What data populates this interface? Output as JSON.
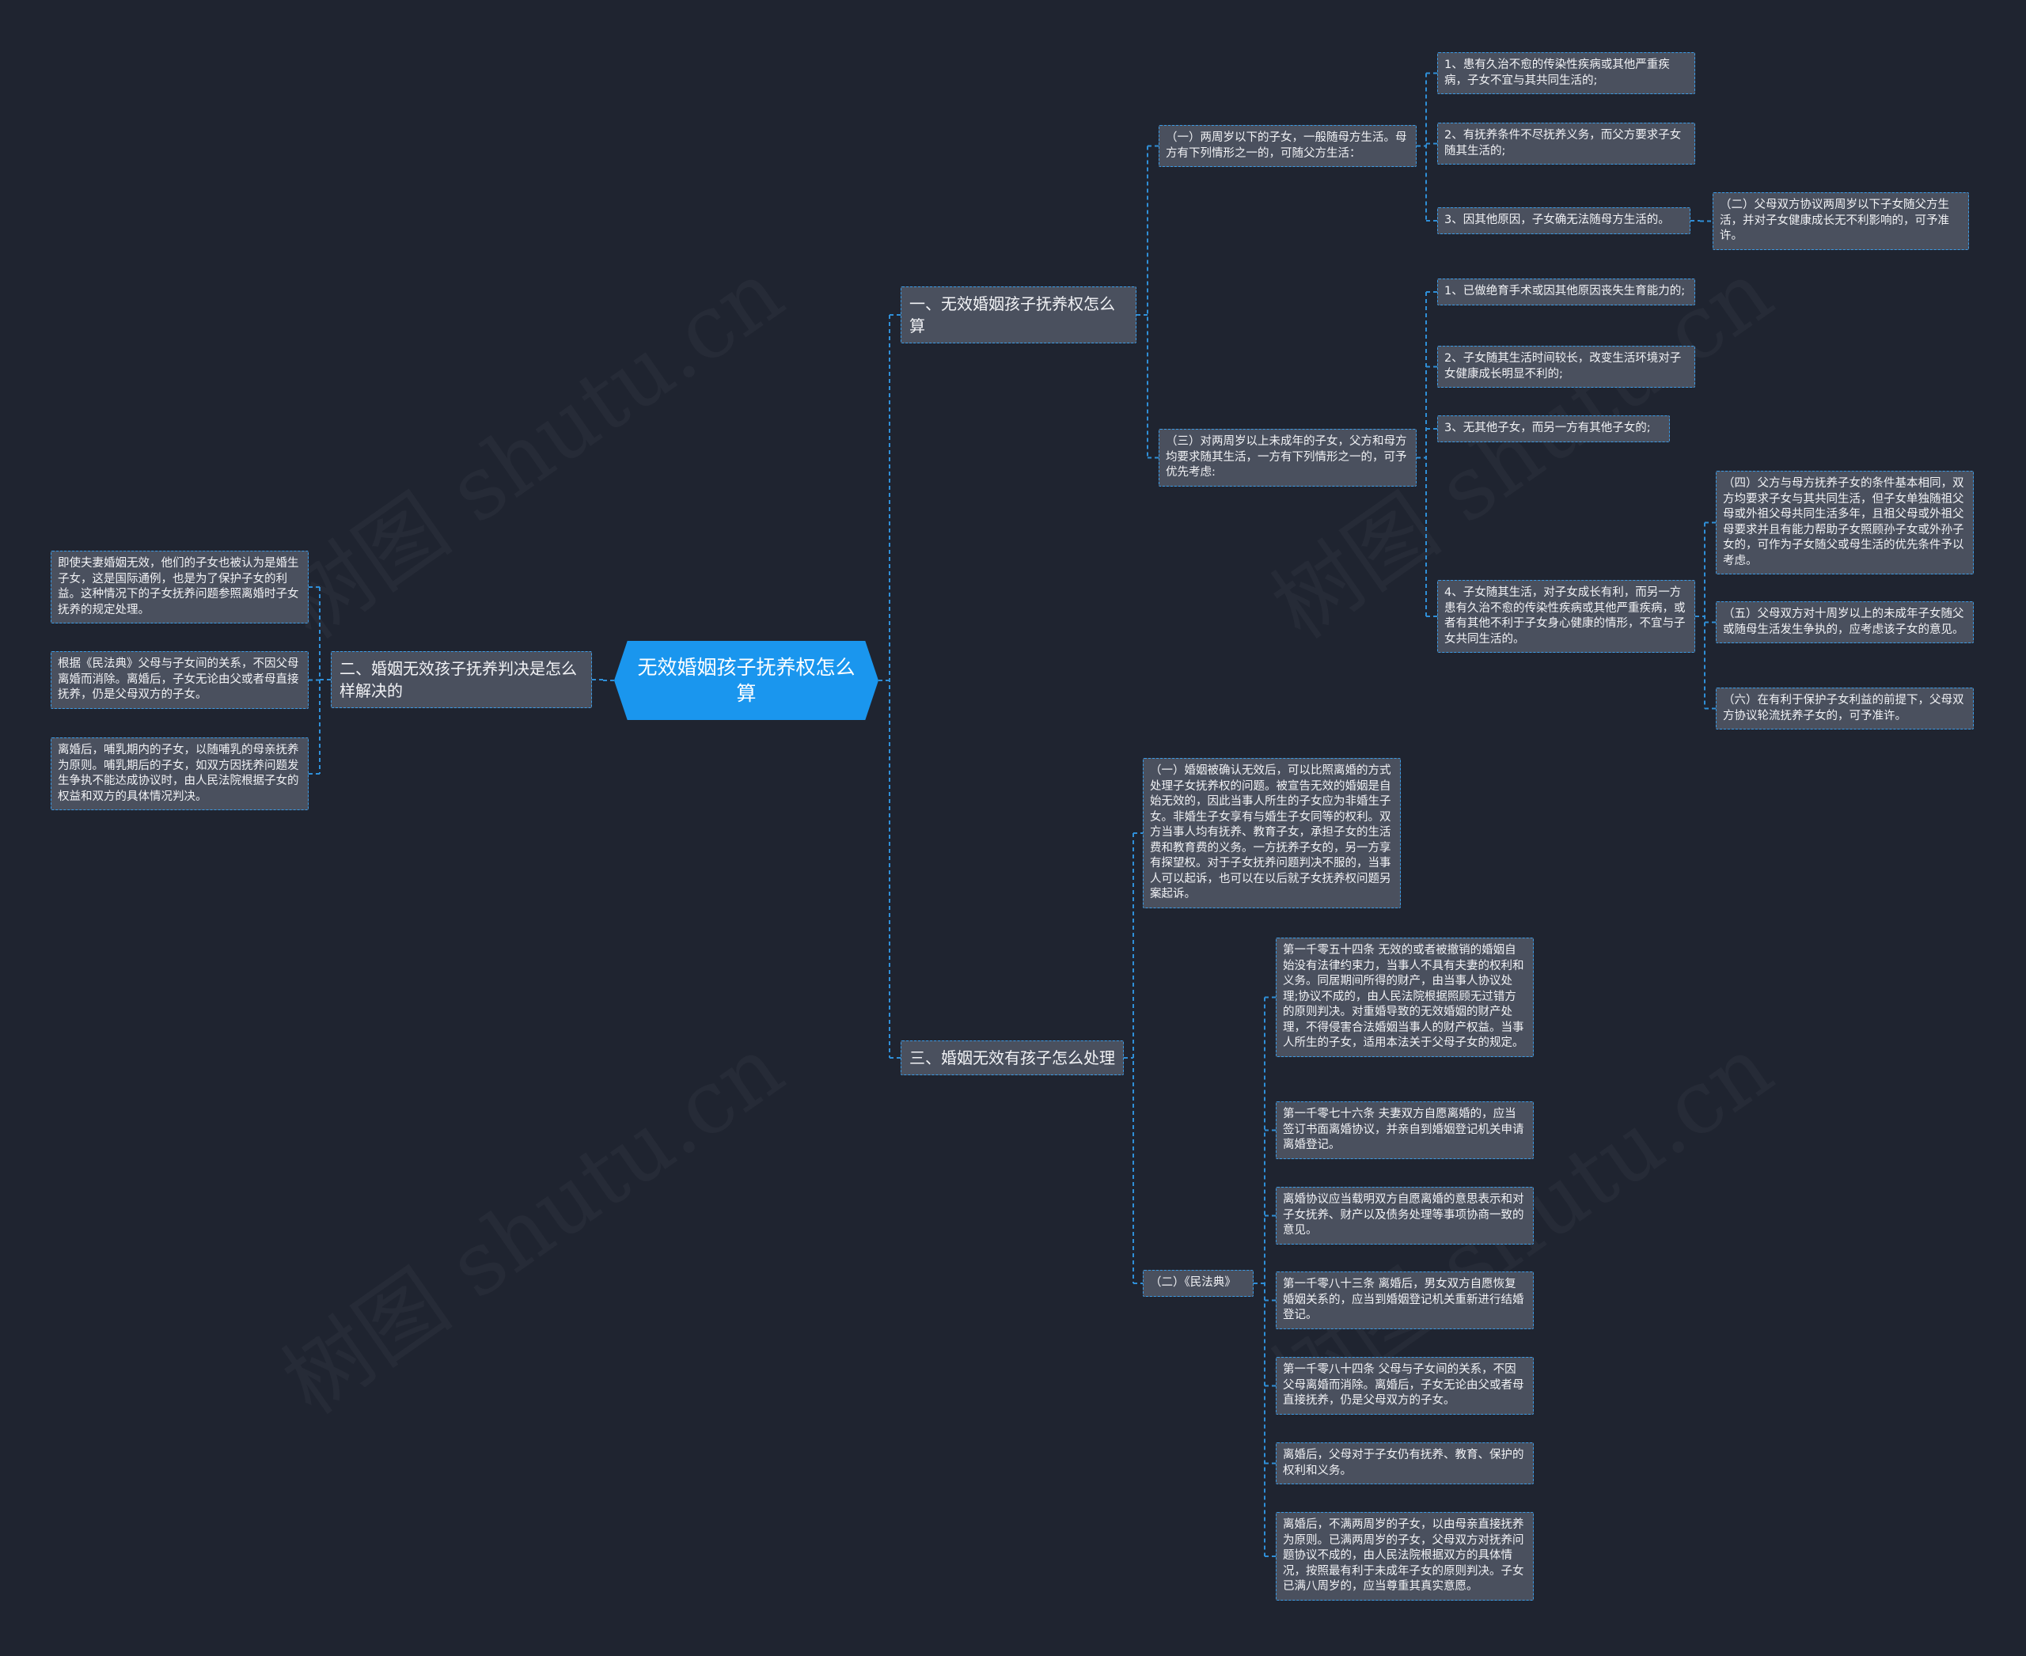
{
  "watermark": "树图 shutu.cn",
  "root": "无效婚姻孩子抚养权怎么算",
  "branch1": {
    "title": "一、无效婚姻孩子抚养权怎么算",
    "sub1": {
      "text": "（一）两周岁以下的子女，一般随母方生活。母方有下列情形之一的，可随父方生活：",
      "items": [
        "1、患有久治不愈的传染性疾病或其他严重疾病，子女不宜与其共同生活的;",
        "2、有抚养条件不尽抚养义务，而父方要求子女随其生活的;",
        "3、因其他原因，子女确无法随母方生活的。"
      ],
      "item3_child": "（二）父母双方协议两周岁以下子女随父方生活，并对子女健康成长无不利影响的，可予准许。"
    },
    "sub3": {
      "text": "（三）对两周岁以上未成年的子女，父方和母方均要求随其生活，一方有下列情形之一的，可予优先考虑:",
      "items": [
        "1、已做绝育手术或因其他原因丧失生育能力的;",
        "2、子女随其生活时间较长，改变生活环境对子女健康成长明显不利的;",
        "3、无其他子女，而另一方有其他子女的;",
        "4、子女随其生活，对子女成长有利，而另一方患有久治不愈的传染性疾病或其他严重疾病，或者有其他不利于子女身心健康的情形，不宜与子女共同生活的。"
      ],
      "item4_children": [
        "（四）父方与母方抚养子女的条件基本相同，双方均要求子女与其共同生活，但子女单独随祖父母或外祖父母共同生活多年，且祖父母或外祖父母要求并且有能力帮助子女照顾孙子女或外孙子女的，可作为子女随父或母生活的优先条件予以考虑。",
        "（五）父母双方对十周岁以上的未成年子女随父或随母生活发生争执的，应考虑该子女的意见。",
        "（六）在有利于保护子女利益的前提下，父母双方协议轮流抚养子女的，可予准许。"
      ]
    }
  },
  "branch2": {
    "title": "二、婚姻无效孩子抚养判决是怎么样解决的",
    "items": [
      "即使夫妻婚姻无效，他们的子女也被认为是婚生子女，这是国际通例，也是为了保护子女的利益。这种情况下的子女抚养问题参照离婚时子女抚养的规定处理。",
      "根据《民法典》父母与子女间的关系，不因父母离婚而消除。离婚后，子女无论由父或者母直接抚养，仍是父母双方的子女。",
      "离婚后，哺乳期内的子女，以随哺乳的母亲抚养为原则。哺乳期后的子女，如双方因抚养问题发生争执不能达成协议时，由人民法院根据子女的权益和双方的具体情况判决。"
    ]
  },
  "branch3": {
    "title": "三、婚姻无效有孩子怎么处理",
    "sub1": "（一）婚姻被确认无效后，可以比照离婚的方式处理子女抚养权的问题。被宣告无效的婚姻是自始无效的，因此当事人所生的子女应为非婚生子女。非婚生子女享有与婚生子女同等的权利。双方当事人均有抚养、教育子女，承担子女的生活费和教育费的义务。一方抚养子女的，另一方享有探望权。对于子女抚养问题判决不服的，当事人可以起诉，也可以在以后就子女抚养权问题另案起诉。",
    "sub2": {
      "text": "（二）《民法典》",
      "items": [
        "第一千零五十四条 无效的或者被撤销的婚姻自始没有法律约束力，当事人不具有夫妻的权利和义务。同居期间所得的财产，由当事人协议处理;协议不成的，由人民法院根据照顾无过错方的原则判决。对重婚导致的无效婚姻的财产处理，不得侵害合法婚姻当事人的财产权益。当事人所生的子女，适用本法关于父母子女的规定。",
        "第一千零七十六条 夫妻双方自愿离婚的，应当签订书面离婚协议，并亲自到婚姻登记机关申请离婚登记。",
        "离婚协议应当载明双方自愿离婚的意思表示和对子女抚养、财产以及债务处理等事项协商一致的意见。",
        "第一千零八十三条 离婚后，男女双方自愿恢复婚姻关系的，应当到婚姻登记机关重新进行结婚登记。",
        "第一千零八十四条 父母与子女间的关系，不因父母离婚而消除。离婚后，子女无论由父或者母直接抚养，仍是父母双方的子女。",
        "离婚后，父母对于子女仍有抚养、教育、保护的权利和义务。",
        "离婚后，不满两周岁的子女，以由母亲直接抚养为原则。已满两周岁的子女，父母双方对抚养问题协议不成的，由人民法院根据双方的具体情况，按照最有利于未成年子女的原则判决。子女已满八周岁的，应当尊重其真实意愿。"
      ]
    }
  }
}
